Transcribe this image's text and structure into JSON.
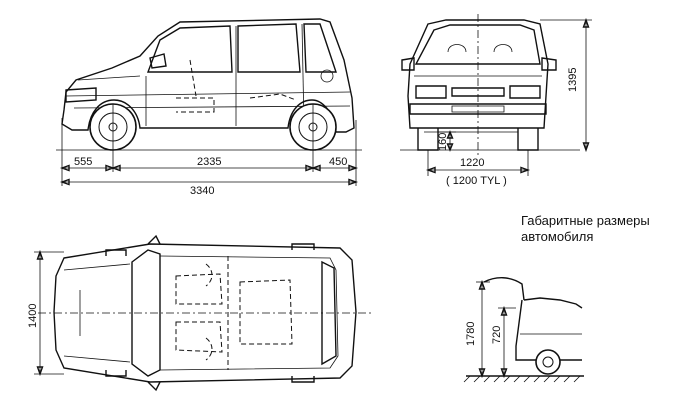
{
  "caption": {
    "line1": "Габаритные размеры",
    "line2": "автомобиля"
  },
  "side_view": {
    "front_overhang": "555",
    "wheelbase": "2335",
    "rear_overhang": "450",
    "overall_length": "3340"
  },
  "front_view": {
    "height": "1395",
    "ground_clearance": "160",
    "front_track": "1220",
    "rear_track_note": "( 1200 ТYL )"
  },
  "top_view": {
    "width": "1400"
  },
  "open_hatch": {
    "open_height": "1780",
    "sill_height": "720"
  }
}
